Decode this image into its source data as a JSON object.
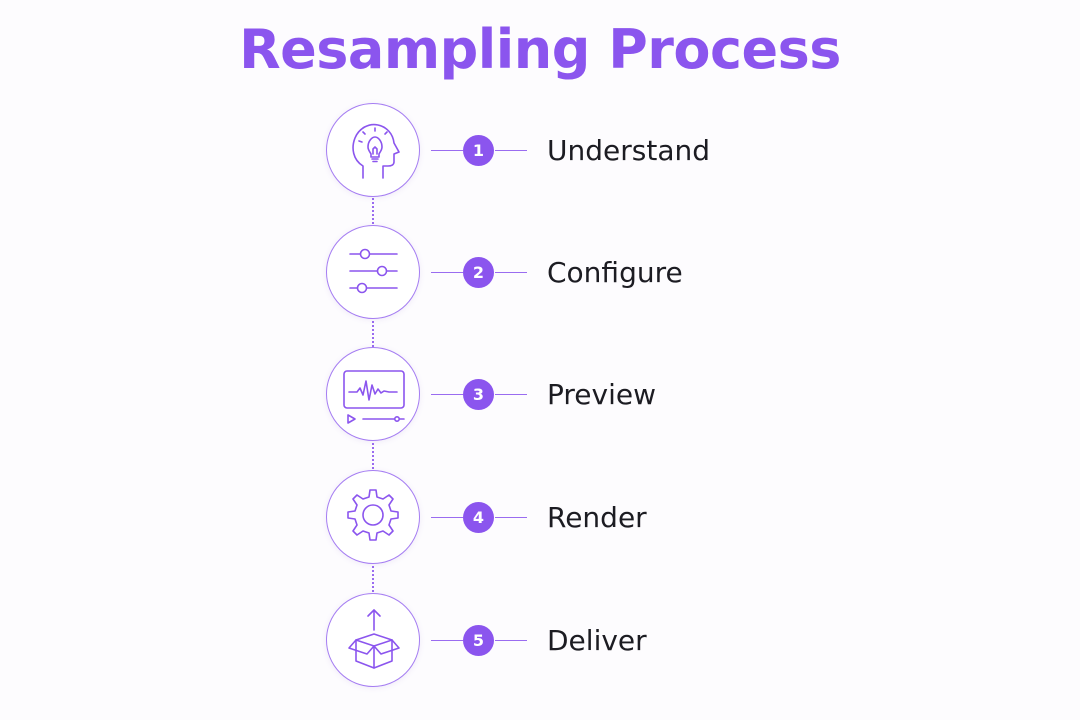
{
  "title": "Resampling Process",
  "colors": {
    "accent": "#8b55ee",
    "stroke": "#a57df2",
    "text": "#1c1c22",
    "background": "#fdfcfe"
  },
  "steps": [
    {
      "number": "1",
      "label": "Understand",
      "icon": "head-lightbulb-icon"
    },
    {
      "number": "2",
      "label": "Configure",
      "icon": "sliders-icon"
    },
    {
      "number": "3",
      "label": "Preview",
      "icon": "waveform-player-icon"
    },
    {
      "number": "4",
      "label": "Render",
      "icon": "gear-icon"
    },
    {
      "number": "5",
      "label": "Deliver",
      "icon": "open-box-upload-icon"
    }
  ]
}
